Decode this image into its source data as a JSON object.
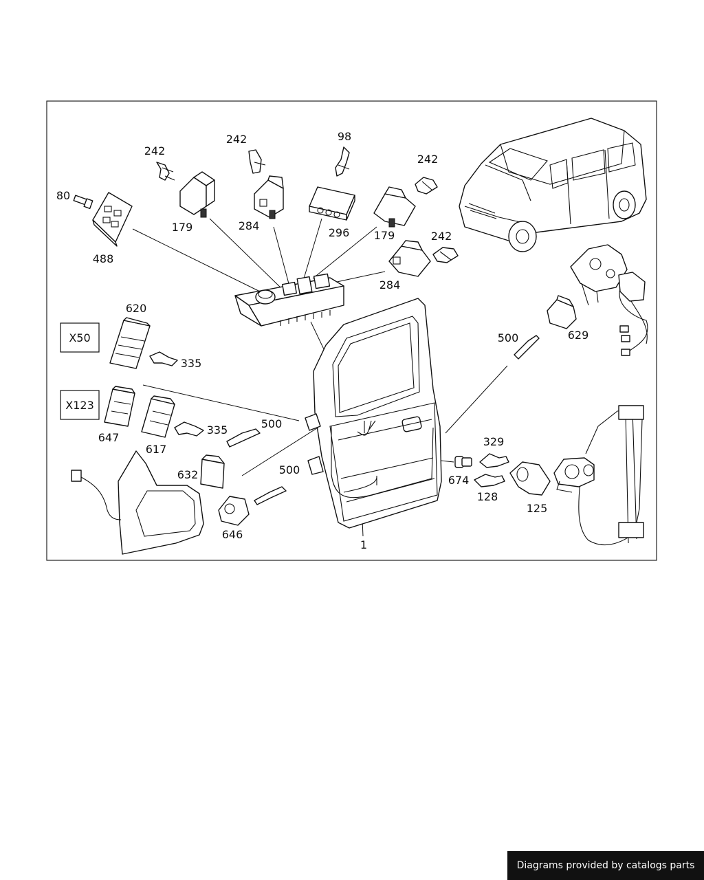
{
  "diagram": {
    "labels": {
      "l80": "80",
      "l488": "488",
      "l242a": "242",
      "l179a": "179",
      "l242b": "242",
      "l284a": "284",
      "l98": "98",
      "l296": "296",
      "l242c": "242",
      "l179b": "179",
      "l242d": "242",
      "l284b": "284",
      "l620": "620",
      "l335a": "335",
      "lX50": "X50",
      "lX123": "X123",
      "l647": "647",
      "l617": "617",
      "l335b": "335",
      "l500a": "500",
      "l632": "632",
      "l500b": "500",
      "l646": "646",
      "l1": "1",
      "l500c": "500",
      "l629": "629",
      "l329": "329",
      "l674": "674",
      "l128": "128",
      "l125": "125"
    }
  },
  "footer": {
    "text": "Diagrams provided by catalogs parts"
  }
}
